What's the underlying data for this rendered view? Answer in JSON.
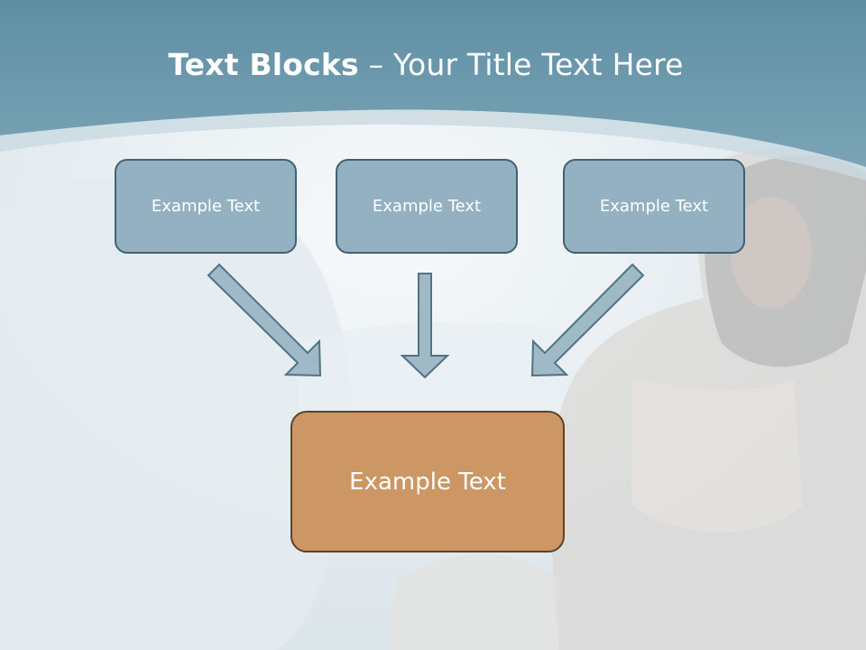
{
  "slide": {
    "title_bold": "Text Blocks",
    "title_dash": " – ",
    "title_rest": "Your Title Text Here"
  },
  "blocks": {
    "top": [
      "Example Text",
      "Example Text",
      "Example Text"
    ],
    "bottom": "Example Text"
  },
  "colors": {
    "header": "#6f9aad",
    "small_box_fill": "#93b1c1",
    "small_box_border": "#3f6273",
    "big_box_fill": "#cc9764",
    "big_box_border": "#5a4326",
    "arrow_fill": "#9fb9c7",
    "arrow_stroke": "#4f7384"
  }
}
